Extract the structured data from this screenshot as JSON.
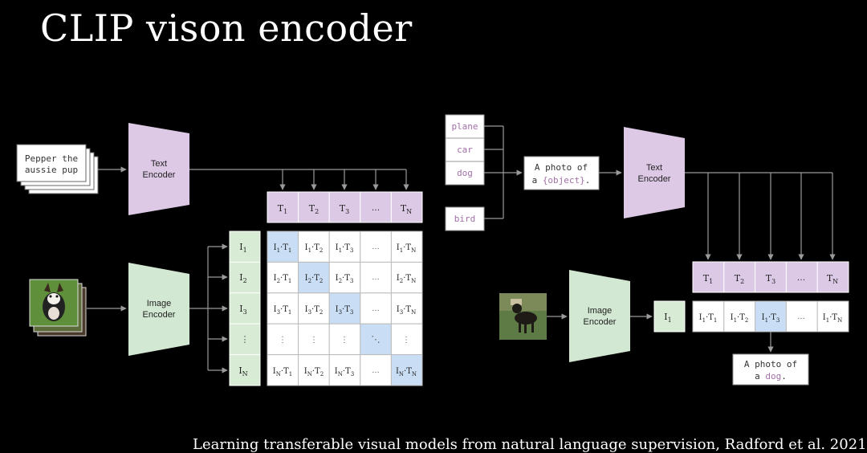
{
  "title": "CLIP vison encoder",
  "footer": "Learning transferable visual models from natural language supervision, Radford et al. 2021",
  "colors": {
    "encoder_text": "#ddc9e6",
    "encoder_image": "#d3e8d2",
    "token_text": "#dcc9e6",
    "token_image": "#d7ebd5",
    "highlight": "#c9def5",
    "placeholder": "#a26fa8"
  },
  "left": {
    "caption_line1": "Pepper the",
    "caption_line2": "aussie pup",
    "text_encoder_line1": "Text",
    "text_encoder_line2": "Encoder",
    "image_encoder_line1": "Image",
    "image_encoder_line2": "Encoder",
    "image_icon": "puppy-photo-stack",
    "text_tokens": [
      "T1",
      "T2",
      "T3",
      "…",
      "TN"
    ],
    "image_tokens": [
      "I1",
      "I2",
      "I3",
      "⋮",
      "IN"
    ],
    "matrix": [
      [
        "I1·T1",
        "I1·T2",
        "I1·T3",
        "…",
        "I1·TN"
      ],
      [
        "I2·T1",
        "I2·T2",
        "I2·T3",
        "…",
        "I2·TN"
      ],
      [
        "I3·T1",
        "I3·T2",
        "I3·T3",
        "…",
        "I3·TN"
      ],
      [
        "⋮",
        "⋮",
        "⋮",
        "⋱",
        "⋮"
      ],
      [
        "IN·T1",
        "IN·T2",
        "IN·T3",
        "…",
        "IN·TN"
      ]
    ]
  },
  "right": {
    "classes": [
      "plane",
      "car",
      "dog",
      "bird"
    ],
    "template_line1": "A photo of",
    "template_line2_prefix": "a ",
    "template_placeholder": "{object}",
    "template_line2_suffix": ".",
    "text_encoder_line1": "Text",
    "text_encoder_line2": "Encoder",
    "image_encoder_line1": "Image",
    "image_encoder_line2": "Encoder",
    "image_icon": "dog-photo",
    "image_token": "I1",
    "text_tokens": [
      "T1",
      "T2",
      "T3",
      "…",
      "TN"
    ],
    "products": [
      "I1·T1",
      "I1·T2",
      "I1·T3",
      "…",
      "I1·TN"
    ],
    "result_line1": "A photo of",
    "result_line2_prefix": "a ",
    "result_word": "dog",
    "result_line2_suffix": "."
  }
}
